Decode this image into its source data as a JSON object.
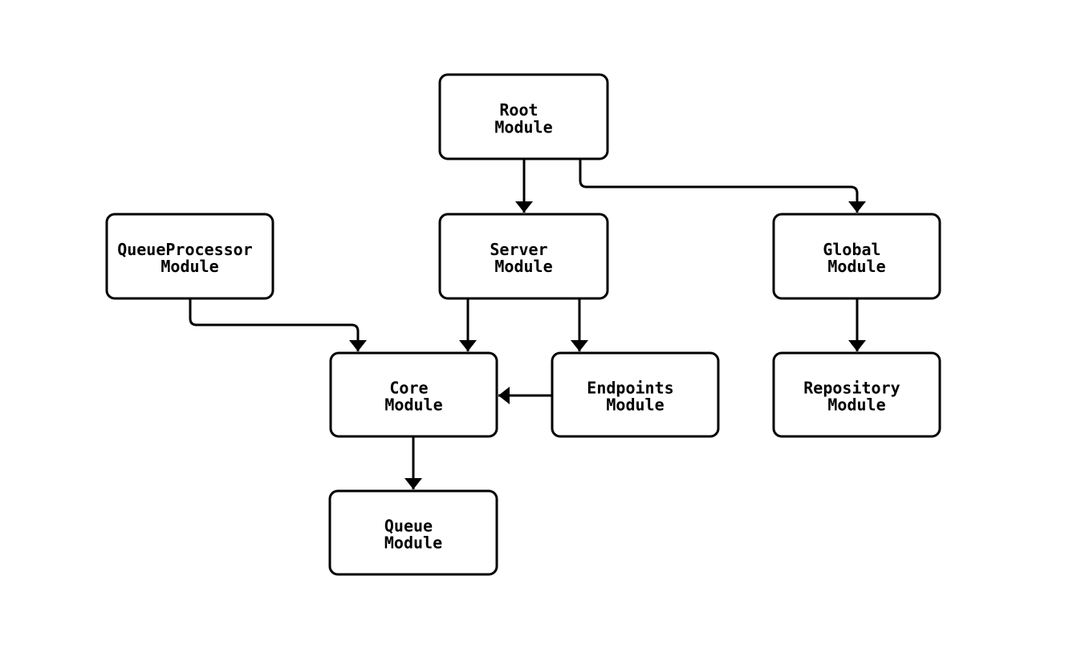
{
  "diagram": {
    "background": "#ffffff",
    "stroke_color": "#000000",
    "node_fill": "#ffffff",
    "text_color": "#000000",
    "nodes": {
      "root": {
        "line1": "Root",
        "line2": "Module"
      },
      "queueprocessor": {
        "line1": "QueueProcessor",
        "line2": "Module"
      },
      "server": {
        "line1": "Server",
        "line2": "Module"
      },
      "global": {
        "line1": "Global",
        "line2": "Module"
      },
      "core": {
        "line1": "Core",
        "line2": "Module"
      },
      "endpoints": {
        "line1": "Endpoints",
        "line2": "Module"
      },
      "repository": {
        "line1": "Repository",
        "line2": "Module"
      },
      "queue": {
        "line1": "Queue",
        "line2": "Module"
      }
    },
    "edges": [
      {
        "from": "Root Module",
        "to": "Server Module"
      },
      {
        "from": "Root Module",
        "to": "Global Module"
      },
      {
        "from": "QueueProcessor Module",
        "to": "Core Module"
      },
      {
        "from": "Server Module",
        "to": "Core Module"
      },
      {
        "from": "Server Module",
        "to": "Endpoints Module"
      },
      {
        "from": "Global Module",
        "to": "Repository Module"
      },
      {
        "from": "Endpoints Module",
        "to": "Core Module"
      },
      {
        "from": "Core Module",
        "to": "Queue Module"
      }
    ]
  }
}
